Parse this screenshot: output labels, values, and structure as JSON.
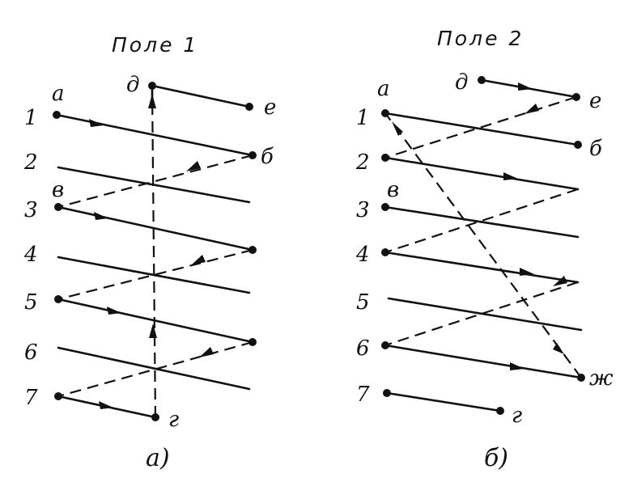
{
  "fields": [
    {
      "title": "Поле 1",
      "caption": "а)",
      "row_labels": [
        "1",
        "2",
        "3",
        "4",
        "5",
        "6",
        "7"
      ],
      "point_labels": {
        "a": "а",
        "b": "б",
        "v": "в",
        "g": "г",
        "d": "д",
        "e": "е"
      }
    },
    {
      "title": "Поле 2",
      "caption": "б)",
      "row_labels": [
        "1",
        "2",
        "3",
        "4",
        "5",
        "6",
        "7"
      ],
      "point_labels": {
        "a": "а",
        "b": "б",
        "v": "в",
        "g": "г",
        "d": "д",
        "e": "е",
        "zh": "ж"
      }
    }
  ]
}
